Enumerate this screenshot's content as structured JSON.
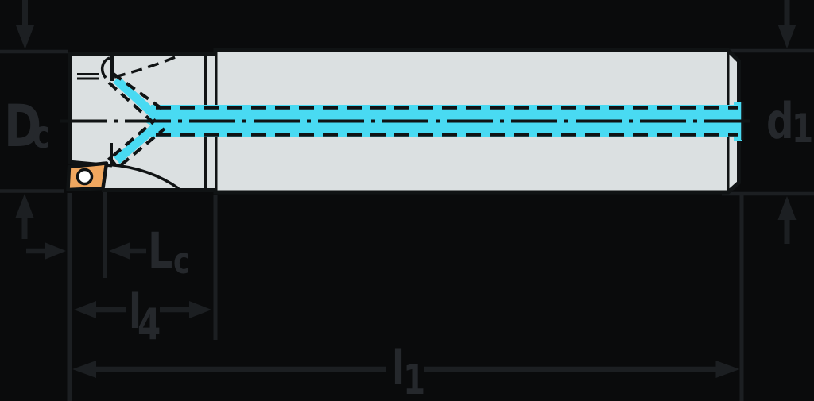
{
  "labels": {
    "cutting_diameter": {
      "main": "D",
      "sub": "c"
    },
    "shank_diameter": {
      "main": "d",
      "sub": "1"
    },
    "cutting_edge_length": {
      "main": "L",
      "sub": "c"
    },
    "head_length": {
      "main": "l",
      "sub": "4"
    },
    "overall_length": {
      "main": "l",
      "sub": "1"
    }
  },
  "colors": {
    "background": "#0a0b0c",
    "dimension_lines": "#1c1f22",
    "dimension_labels": "#25282c",
    "drawing_ink": "#101314",
    "tool_body_fill": "#dbe0e1",
    "coolant_channel": "#49daf2",
    "insert_fill": "#f0a75f",
    "insert_hole": "#ffffff"
  }
}
